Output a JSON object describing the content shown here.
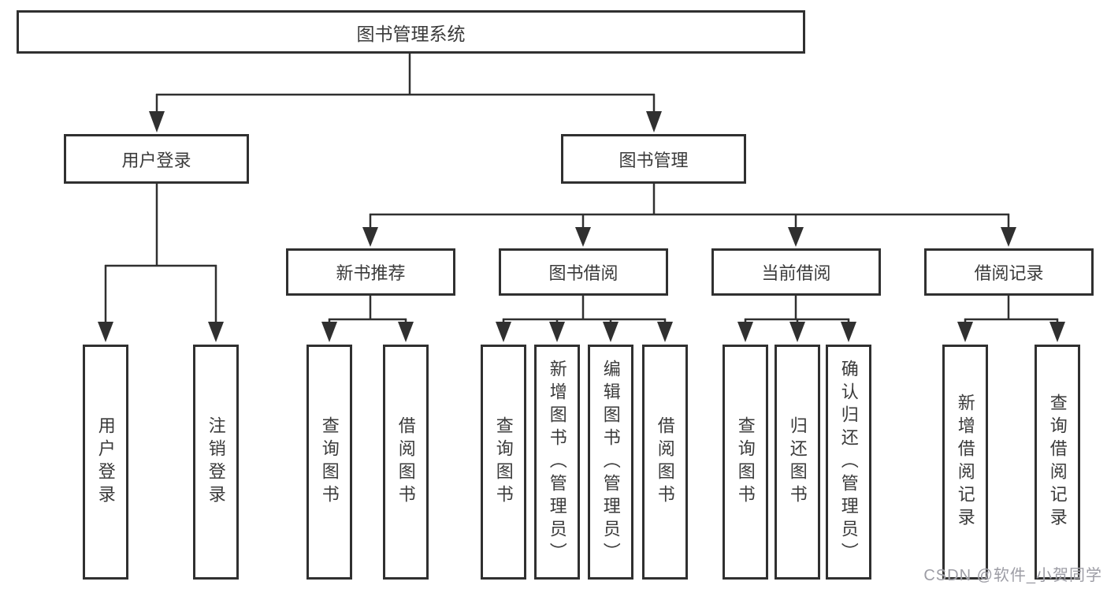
{
  "colors": {
    "line": "#303030",
    "box_border": "#303030",
    "text": "#3a3a3a",
    "background": "#ffffff",
    "watermark": "#9d9da5"
  },
  "root": {
    "label": "图书管理系统"
  },
  "branches": [
    {
      "label": "用户登录"
    },
    {
      "label": "图书管理"
    }
  ],
  "modules": [
    {
      "label": "新书推荐"
    },
    {
      "label": "图书借阅"
    },
    {
      "label": "当前借阅"
    },
    {
      "label": "借阅记录"
    }
  ],
  "leaves": [
    {
      "label": "用户登录"
    },
    {
      "label": "注销登录"
    },
    {
      "label": "查询图书"
    },
    {
      "label": "借阅图书"
    },
    {
      "label": "查询图书"
    },
    {
      "label": "新增图书（管理员）"
    },
    {
      "label": "编辑图书（管理员）"
    },
    {
      "label": "借阅图书"
    },
    {
      "label": "查询图书"
    },
    {
      "label": "归还图书"
    },
    {
      "label": "确认归还（管理员）"
    },
    {
      "label": "新增借阅记录"
    },
    {
      "label": "查询借阅记录"
    }
  ],
  "watermark": "CSDN @软件_小贺同学"
}
